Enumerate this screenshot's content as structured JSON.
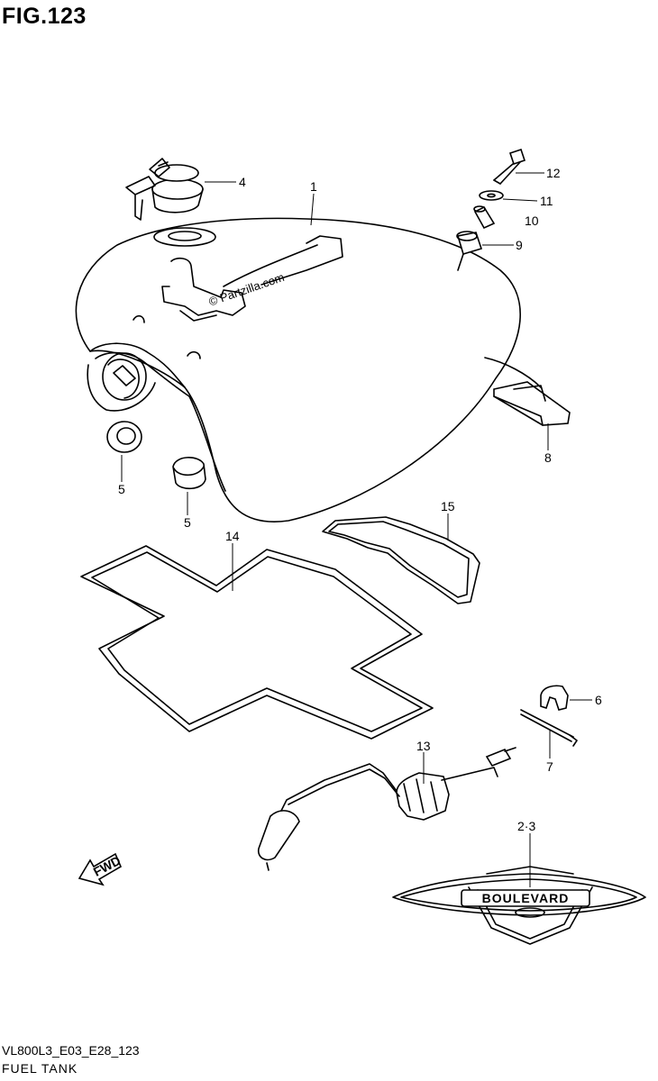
{
  "figure": {
    "title": "FIG.123",
    "footer_code": "VL800L3_E03_E28_123",
    "footer_name": "FUEL TANK",
    "copyright": "© Partzilla.com"
  },
  "callouts": {
    "c1": "1",
    "c2_3": "2·3",
    "c4": "4",
    "c5a": "5",
    "c5b": "5",
    "c6": "6",
    "c7": "7",
    "c8": "8",
    "c9": "9",
    "c10": "10",
    "c11": "11",
    "c12": "12",
    "c13": "13",
    "c14": "14",
    "c15": "15"
  },
  "emblem": {
    "text": "BOULEVARD"
  },
  "fwd_arrow": {
    "text": "FWD"
  },
  "colors": {
    "ink": "#000000",
    "paper": "#ffffff"
  }
}
